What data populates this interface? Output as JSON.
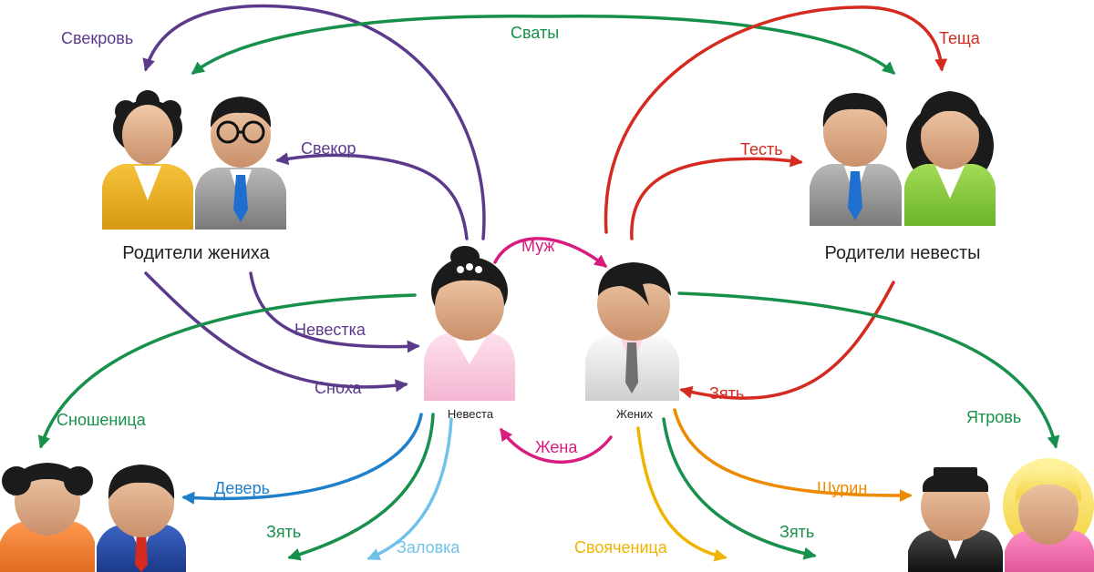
{
  "colors": {
    "purple": "#5b3a8c",
    "green": "#16904a",
    "red": "#d42a1f",
    "magenta": "#d81b7f",
    "blue": "#1f7fc8",
    "lightblue": "#6fc3ea",
    "yellow": "#f0b400",
    "orange": "#ee8a00",
    "skin": "#e0b392",
    "hair": "#1b1b1b"
  },
  "groups": {
    "groom_parents": "Родители жениха",
    "bride_parents": "Родители невесты",
    "bride": "Невеста",
    "groom": "Жених"
  },
  "relations": {
    "svekrov": "Свекровь",
    "svaty": "Сваты",
    "tescha": "Теща",
    "svekor": "Свекор",
    "test": "Тесть",
    "muzh": "Муж",
    "nevestka": "Невестка",
    "snokha": "Сноха",
    "zyat_right": "Зять",
    "snoshenitsa": "Сношеница",
    "yatrov": "Ятровь",
    "zhena": "Жена",
    "dever": "Деверь",
    "shurin": "Шурин",
    "zyat_left": "Зять",
    "zalovka": "Заловка",
    "svoyachenitsa": "Свояченица",
    "zyat_bottom": "Зять"
  }
}
